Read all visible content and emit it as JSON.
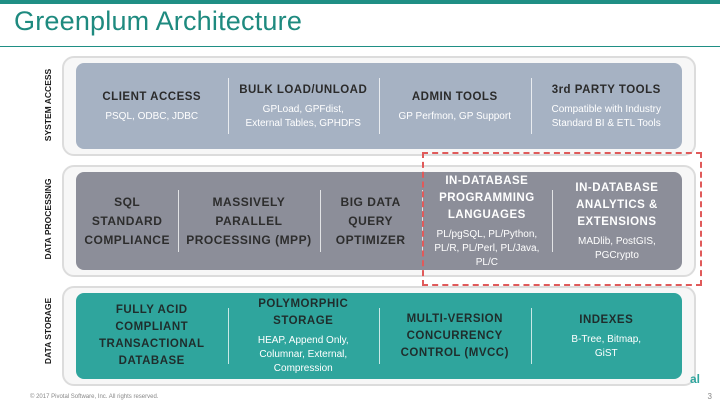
{
  "title": "Greenplum Architecture",
  "side_labels": [
    "SYSTEM ACCESS",
    "DATA PROCESSING",
    "DATA STORAGE"
  ],
  "system_access": [
    {
      "heading": "CLIENT ACCESS",
      "detail": "PSQL, ODBC, JDBC"
    },
    {
      "heading": "BULK LOAD/UNLOAD",
      "detail": "GPLoad, GPFdist, External Tables, GPHDFS"
    },
    {
      "heading": "ADMIN TOOLS",
      "detail": "GP Perfmon, GP Support"
    },
    {
      "heading": "3rd PARTY TOOLS",
      "detail": "Compatible with Industry Standard BI & ETL Tools"
    }
  ],
  "data_processing": [
    {
      "heading": "SQL STANDARD COMPLIANCE",
      "detail": ""
    },
    {
      "heading": "MASSIVELY PARALLEL PROCESSING (MPP)",
      "detail": ""
    },
    {
      "heading": "BIG DATA QUERY OPTIMIZER",
      "detail": ""
    },
    {
      "heading": "IN-DATABASE PROGRAMMING LANGUAGES",
      "detail": "PL/pgSQL, PL/Python, PL/R, PL/Perl, PL/Java, PL/C"
    },
    {
      "heading": "IN-DATABASE ANALYTICS & EXTENSIONS",
      "detail": "MADlib, PostGIS, PGCrypto"
    }
  ],
  "data_storage": [
    {
      "heading": "FULLY ACID COMPLIANT TRANSACTIONAL DATABASE",
      "detail": ""
    },
    {
      "heading": "POLYMORPHIC STORAGE",
      "detail": "HEAP, Append Only, Columnar, External, Compression"
    },
    {
      "heading": "MULTI-VERSION CONCURRENCY CONTROL (MVCC)",
      "detail": ""
    },
    {
      "heading": "INDEXES",
      "detail": "B-Tree, Bitmap, GiST"
    }
  ],
  "footer": "© 2017 Pivotal Software, Inc. All rights reserved.",
  "page_number": "3",
  "logo_text": "al"
}
